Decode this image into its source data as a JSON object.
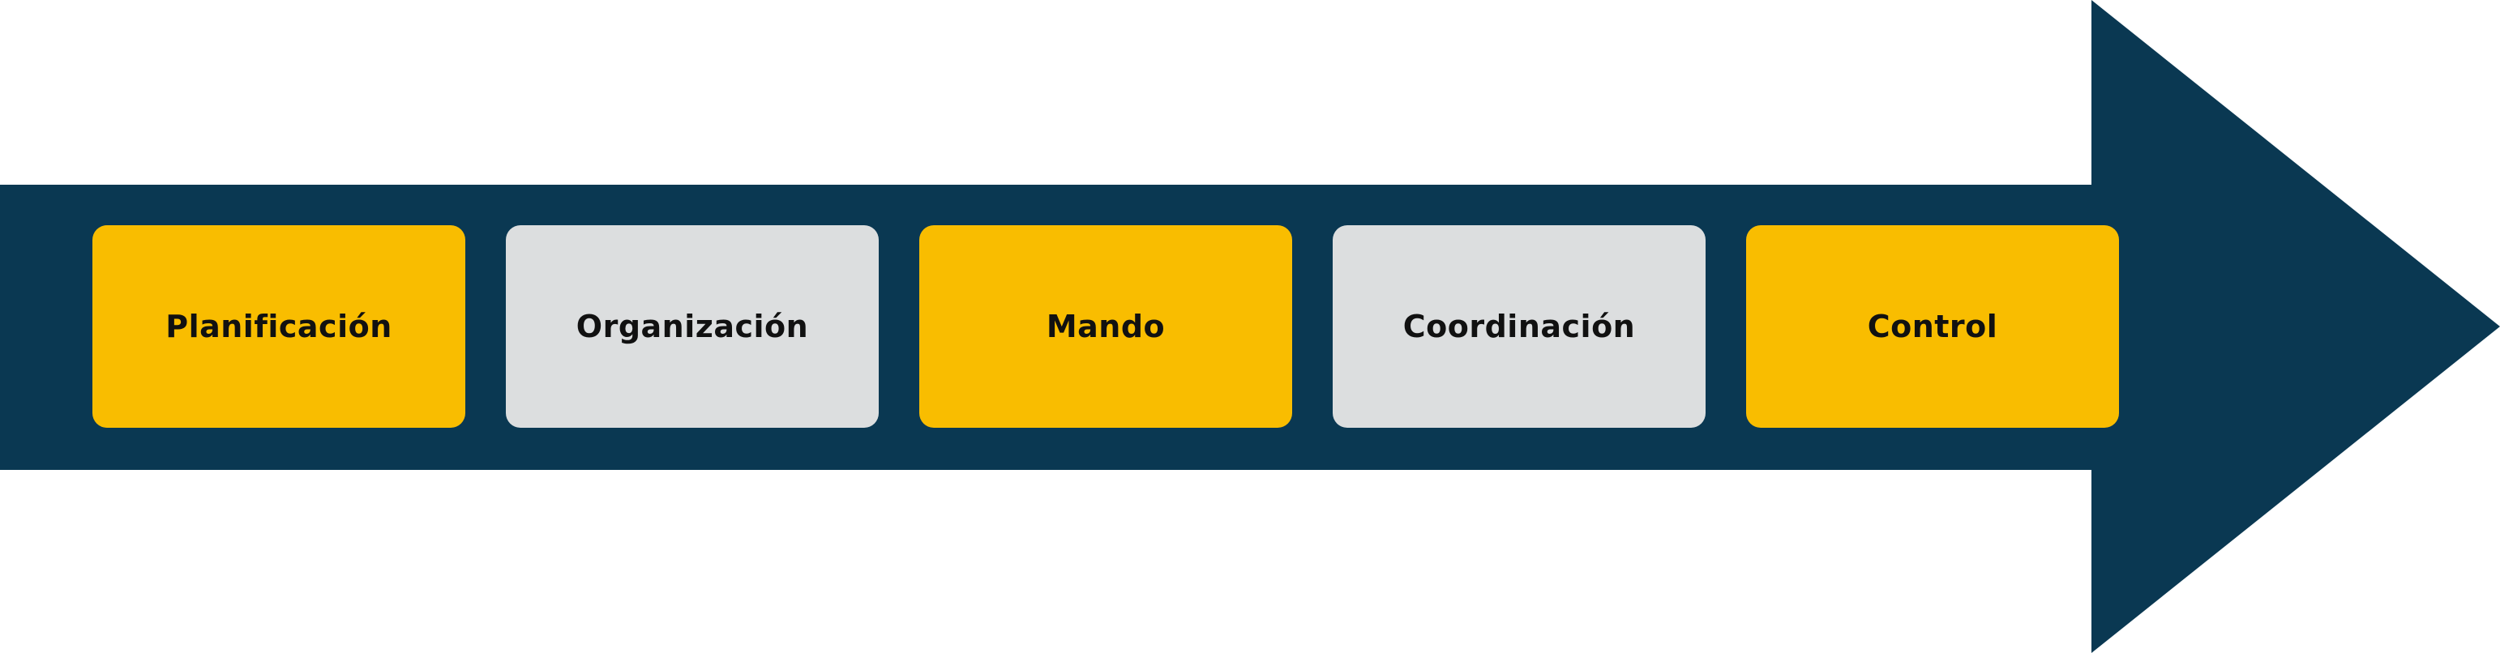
{
  "colors": {
    "arrow": "#0a3852",
    "accent": "#f9bd00",
    "neutral": "#dcdedf",
    "text": "#111111"
  },
  "steps": [
    {
      "label": "Planificación",
      "color": "accent"
    },
    {
      "label": "Organización",
      "color": "neutral"
    },
    {
      "label": "Mando",
      "color": "accent"
    },
    {
      "label": "Coordinación",
      "color": "neutral"
    },
    {
      "label": "Control",
      "color": "accent"
    }
  ]
}
